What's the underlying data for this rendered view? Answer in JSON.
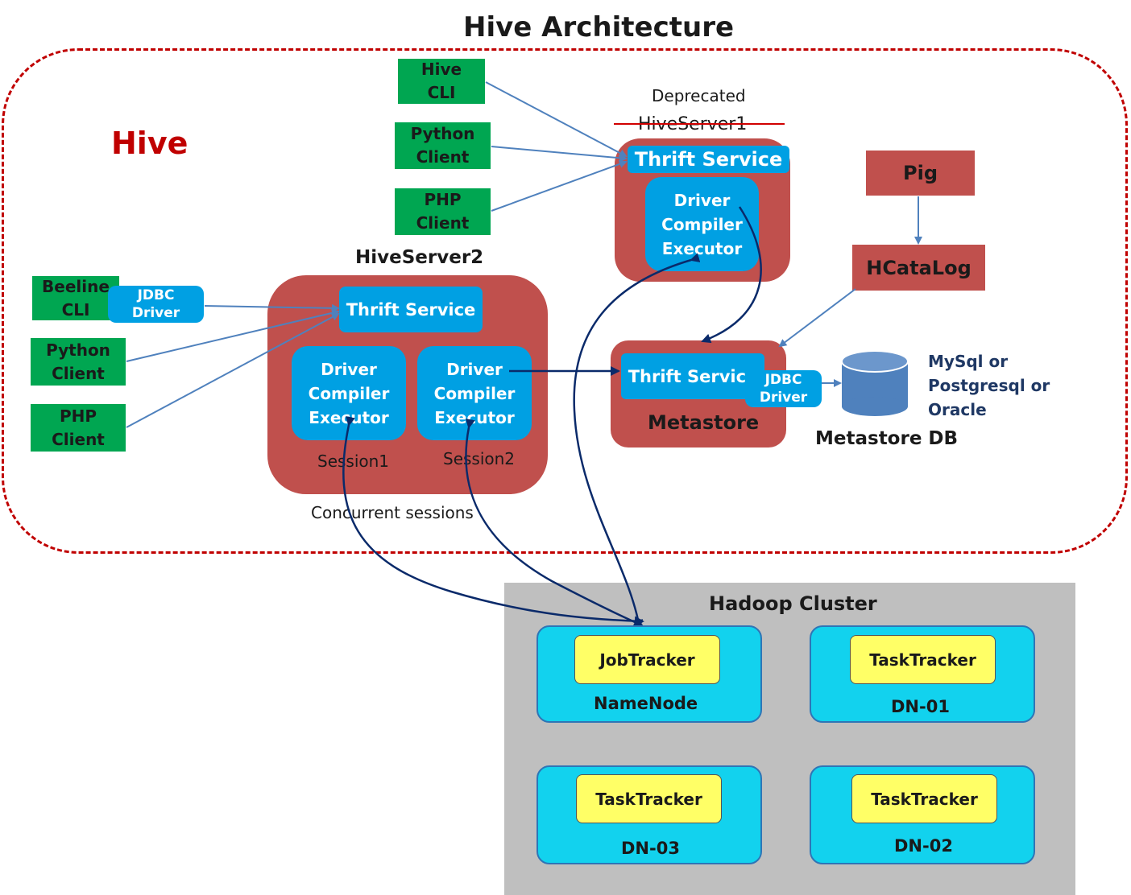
{
  "title": "Hive Architecture",
  "hive_label": "Hive",
  "deprecated_label": "Deprecated",
  "hiveserver1": {
    "title": "HiveServer1",
    "thrift": "Thrift Service",
    "driver": [
      "Driver",
      "Compiler",
      "Executor"
    ]
  },
  "hs1_clients": [
    {
      "line1": "Hive",
      "line2": "CLI"
    },
    {
      "line1": "Python",
      "line2": "Client"
    },
    {
      "line1": "PHP",
      "line2": "Client"
    }
  ],
  "hs2_clients": [
    {
      "line1": "Beeline",
      "line2": "CLI"
    },
    {
      "line1": "Python",
      "line2": "Client"
    },
    {
      "line1": "PHP",
      "line2": "Client"
    }
  ],
  "jdbc_driver": {
    "line1": "JDBC",
    "line2": "Driver"
  },
  "hiveserver2": {
    "title": "HiveServer2",
    "thrift": "Thrift Service",
    "driver": [
      "Driver",
      "Compiler",
      "Executor"
    ],
    "session1": "Session1",
    "session2": "Session2",
    "concurrent": "Concurrent sessions"
  },
  "metastore": {
    "thrift": "Thrift Service",
    "jdbc": {
      "line1": "JDBC",
      "line2": "Driver"
    },
    "label": "Metastore"
  },
  "metastore_db": {
    "label": "Metastore DB",
    "options": [
      "MySql or",
      "Postgresql or",
      "Oracle"
    ]
  },
  "pig": "Pig",
  "hcatalog": "HCataLog",
  "hadoop": {
    "title": "Hadoop Cluster",
    "nodes": [
      {
        "tracker": "JobTracker",
        "name": "NameNode"
      },
      {
        "tracker": "TaskTracker",
        "name": "DN-01"
      },
      {
        "tracker": "TaskTracker",
        "name": "DN-03"
      },
      {
        "tracker": "TaskTracker",
        "name": "DN-02"
      }
    ]
  },
  "colors": {
    "client_green": "#00a651",
    "server_red": "#c0504d",
    "service_blue": "#00a0e3",
    "node_cyan": "#12d2ee",
    "tracker_yellow": "#ffff66",
    "hadoop_gray": "#bfbfbf",
    "hive_red": "#c00000"
  }
}
